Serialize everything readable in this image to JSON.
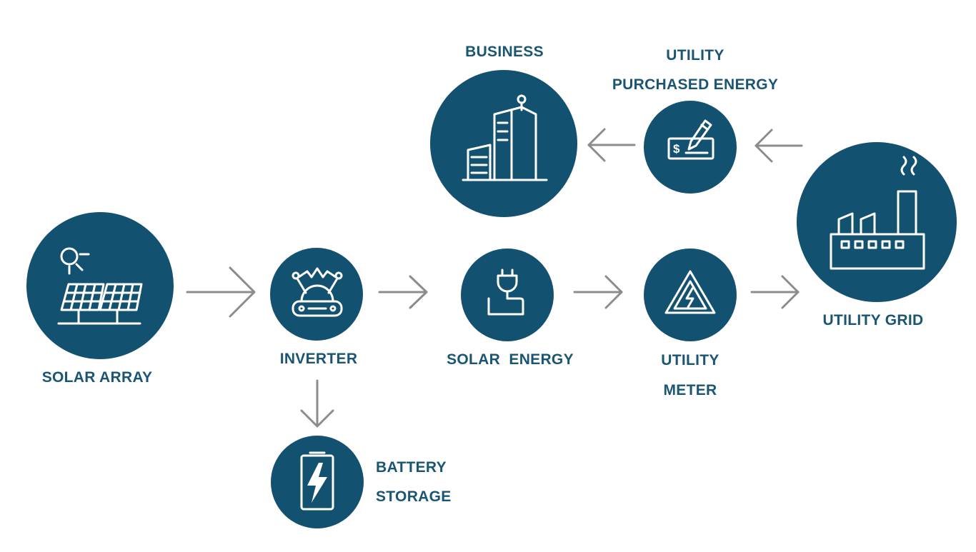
{
  "nodes": {
    "solar_array": {
      "label": "SOLAR ARRAY",
      "icon": "solar-panel-icon"
    },
    "inverter": {
      "label": "INVERTER",
      "icon": "inverter-icon"
    },
    "battery_storage": {
      "line1": "BATTERY",
      "line2": "STORAGE",
      "icon": "battery-icon"
    },
    "solar_energy": {
      "label": "SOLAR  ENERGY",
      "icon": "plug-icon"
    },
    "utility_meter": {
      "line1": "UTILITY",
      "line2": "METER",
      "icon": "high-voltage-icon"
    },
    "utility_grid": {
      "label": "UTILITY GRID",
      "icon": "factory-icon"
    },
    "utility_purchased_energy": {
      "line1": "UTILITY",
      "line2": "PURCHASED ENERGY",
      "icon": "check-payment-icon",
      "symbol": "$"
    },
    "business": {
      "label": "BUSINESS",
      "icon": "office-building-icon"
    }
  },
  "edges": [
    {
      "from": "SOLAR ARRAY",
      "to": "INVERTER"
    },
    {
      "from": "INVERTER",
      "to": "SOLAR  ENERGY"
    },
    {
      "from": "INVERTER",
      "to": "BATTERY STORAGE"
    },
    {
      "from": "SOLAR  ENERGY",
      "to": "UTILITY METER"
    },
    {
      "from": "UTILITY METER",
      "to": "UTILITY GRID"
    },
    {
      "from": "UTILITY GRID",
      "to": "UTILITY PURCHASED ENERGY"
    },
    {
      "from": "UTILITY PURCHASED ENERGY",
      "to": "BUSINESS"
    }
  ],
  "colors": {
    "node": "#135170",
    "label": "#1a5674",
    "arrow": "#8c8c8c",
    "icon": "#ffffff"
  }
}
